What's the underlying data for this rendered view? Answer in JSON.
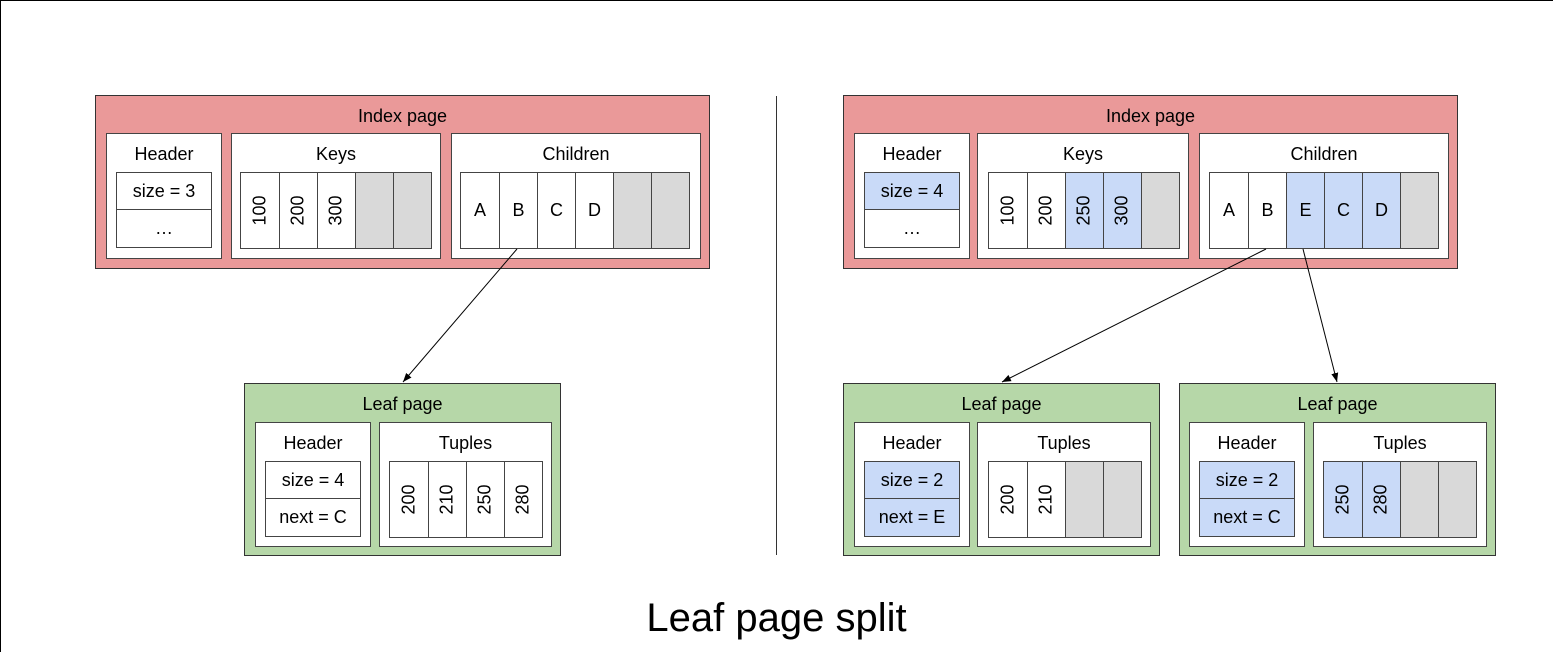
{
  "title": "Leaf page split",
  "left": {
    "index_page": {
      "label": "Index page",
      "header": {
        "label": "Header",
        "size": "size = 3",
        "rest": "…"
      },
      "keys": {
        "label": "Keys",
        "values": [
          "100",
          "200",
          "300",
          "",
          ""
        ]
      },
      "children": {
        "label": "Children",
        "values": [
          "A",
          "B",
          "C",
          "D",
          "",
          ""
        ]
      }
    },
    "leaf_page": {
      "label": "Leaf page",
      "header": {
        "label": "Header",
        "size": "size = 4",
        "next": "next = C"
      },
      "tuples": {
        "label": "Tuples",
        "values": [
          "200",
          "210",
          "250",
          "280"
        ]
      }
    }
  },
  "right": {
    "index_page": {
      "label": "Index page",
      "header": {
        "label": "Header",
        "size": "size = 4",
        "rest": "…"
      },
      "keys": {
        "label": "Keys",
        "values": [
          "100",
          "200",
          "250",
          "300",
          ""
        ]
      },
      "children": {
        "label": "Children",
        "values": [
          "A",
          "B",
          "E",
          "C",
          "D",
          ""
        ]
      }
    },
    "leaf_page_1": {
      "label": "Leaf page",
      "header": {
        "label": "Header",
        "size": "size = 2",
        "next": "next = E"
      },
      "tuples": {
        "label": "Tuples",
        "values": [
          "200",
          "210",
          "",
          ""
        ]
      }
    },
    "leaf_page_2": {
      "label": "Leaf page",
      "header": {
        "label": "Header",
        "size": "size = 2",
        "next": "next = C"
      },
      "tuples": {
        "label": "Tuples",
        "values": [
          "250",
          "280",
          "",
          ""
        ]
      }
    }
  },
  "colors": {
    "index_page": "#ea9999",
    "leaf_page": "#b6d7a8",
    "highlight": "#c9daf8",
    "empty_slot": "#d9d9d9"
  }
}
